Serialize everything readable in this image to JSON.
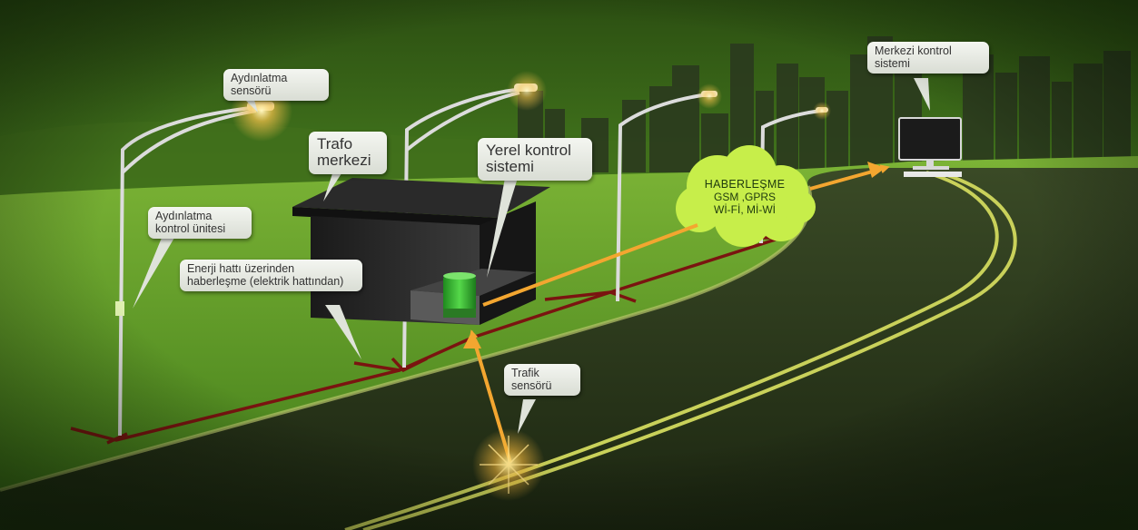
{
  "labels": {
    "lighting_sensor": "Aydınlatma\nsensörü",
    "lighting_control_unit": "Aydınlatma\nkontrol ünitesi",
    "power_line_comm": "Enerji hattı üzerinden\nhaberleşme (elektrik hattından)",
    "transformer_center": "Trafo\nmerkezi",
    "local_control_system": "Yerel kontrol\nsistemi",
    "traffic_sensor": "Trafik\nsensörü",
    "central_control_system": "Merkezi kontrol\nsistemi"
  },
  "communication": {
    "title": "HABERLEŞME",
    "line1": "GSM ,GPRS",
    "line2": "Wİ-Fİ, Mİ-Wİ"
  },
  "colors": {
    "sky_dark": "#1f3d0c",
    "grass": "#6aa22a",
    "road": "#243018",
    "road_line": "#c9d15a",
    "power_line": "#7a1410",
    "arrow": "#f3a630",
    "cloud": "#c7ee4a",
    "device_green": "#3fc23a"
  }
}
